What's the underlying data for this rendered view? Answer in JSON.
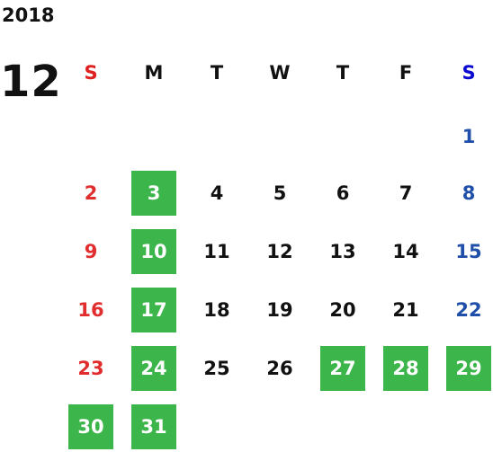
{
  "year": "2018",
  "month": "12",
  "weekdays": [
    "S",
    "M",
    "T",
    "W",
    "T",
    "F",
    "S"
  ],
  "colors": {
    "sunday": "#e12d2d",
    "saturday": "#1f4fa8",
    "highlight": "#3cb54a"
  },
  "weeks": [
    [
      {
        "d": ""
      },
      {
        "d": ""
      },
      {
        "d": ""
      },
      {
        "d": ""
      },
      {
        "d": ""
      },
      {
        "d": ""
      },
      {
        "d": "1"
      }
    ],
    [
      {
        "d": "2"
      },
      {
        "d": "3",
        "hl": true
      },
      {
        "d": "4"
      },
      {
        "d": "5"
      },
      {
        "d": "6"
      },
      {
        "d": "7"
      },
      {
        "d": "8"
      }
    ],
    [
      {
        "d": "9"
      },
      {
        "d": "10",
        "hl": true
      },
      {
        "d": "11"
      },
      {
        "d": "12"
      },
      {
        "d": "13"
      },
      {
        "d": "14"
      },
      {
        "d": "15"
      }
    ],
    [
      {
        "d": "16"
      },
      {
        "d": "17",
        "hl": true
      },
      {
        "d": "18"
      },
      {
        "d": "19"
      },
      {
        "d": "20"
      },
      {
        "d": "21"
      },
      {
        "d": "22"
      }
    ],
    [
      {
        "d": "23"
      },
      {
        "d": "24",
        "hl": true
      },
      {
        "d": "25"
      },
      {
        "d": "26"
      },
      {
        "d": "27",
        "hl": true
      },
      {
        "d": "28",
        "hl": true
      },
      {
        "d": "29",
        "hl": true
      }
    ],
    [
      {
        "d": "30",
        "hl": true
      },
      {
        "d": "31",
        "hl": true
      },
      {
        "d": ""
      },
      {
        "d": ""
      },
      {
        "d": ""
      },
      {
        "d": ""
      },
      {
        "d": ""
      }
    ]
  ]
}
